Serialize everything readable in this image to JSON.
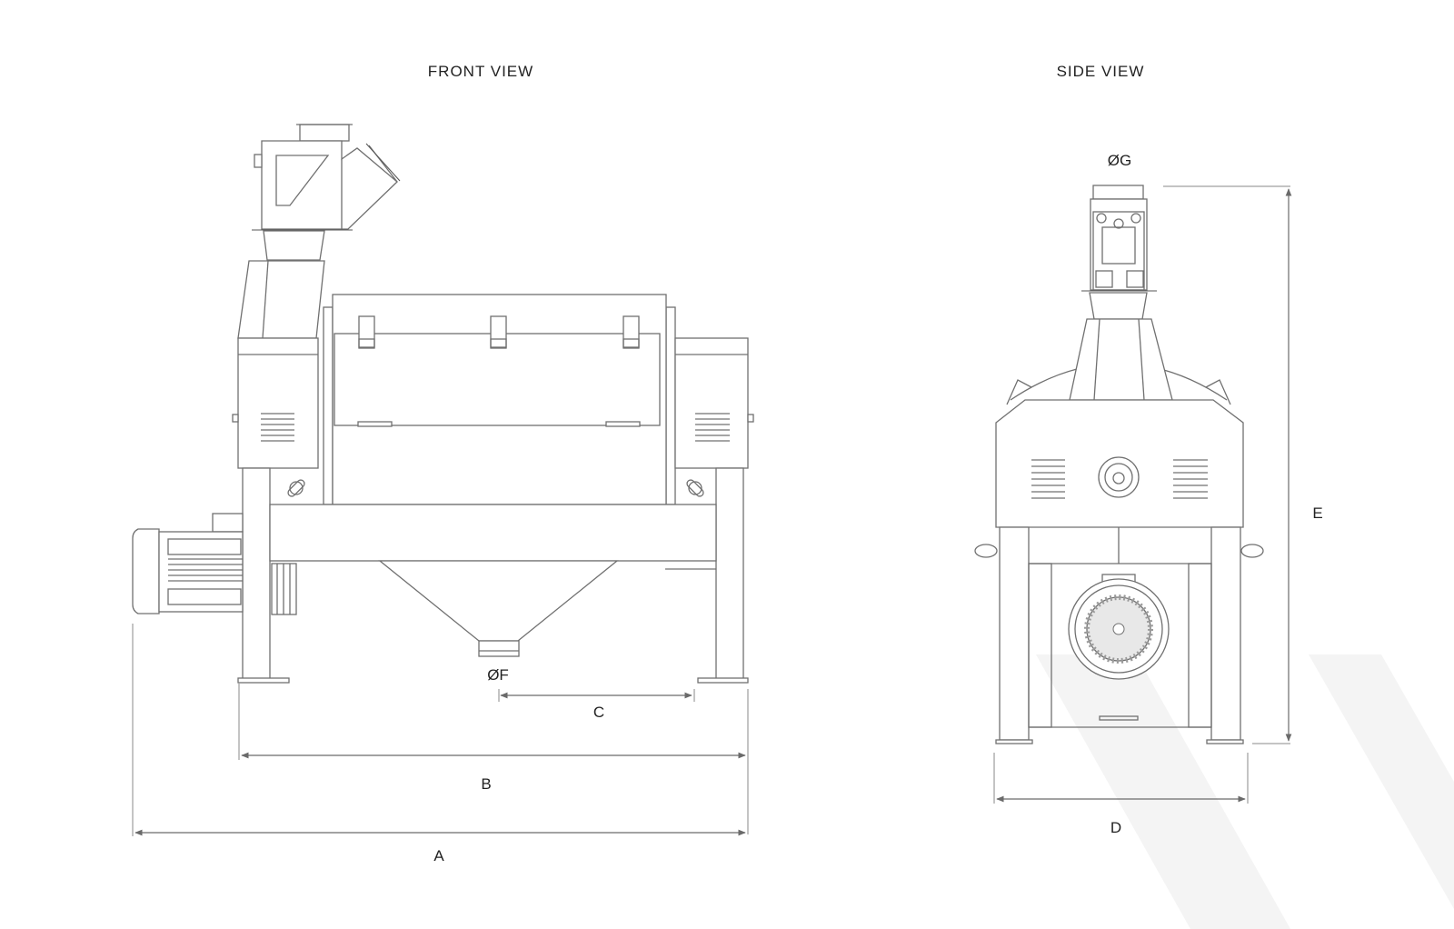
{
  "views": {
    "front": {
      "title": "FRONT VIEW"
    },
    "side": {
      "title": "SIDE VIEW"
    }
  },
  "dimensions": {
    "a": "A",
    "b": "B",
    "c": "C",
    "d": "D",
    "e": "E",
    "f": "ØF",
    "g": "ØG"
  },
  "colors": {
    "line": "#707070",
    "text": "#222222",
    "watermark": "#f3f3f3"
  }
}
